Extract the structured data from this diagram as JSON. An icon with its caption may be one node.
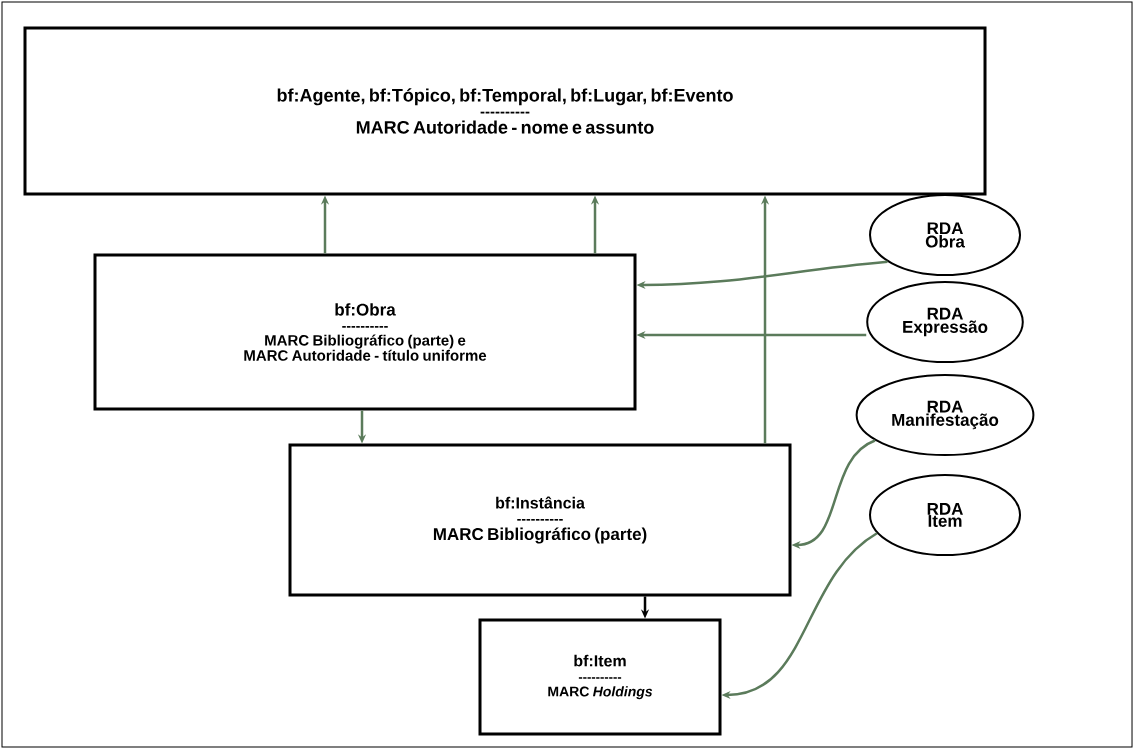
{
  "diagram": {
    "nodes": [
      {
        "text": [
          "bf:Agente, bf:Tópico, bf:Temporal, bf:Lugar, bf:Evento",
          "----------",
          "MARC Autoridade - nome e assunto"
        ]
      },
      {
        "text": [
          "bf:Obra",
          "----------",
          "MARC Bibliográfico (parte) e MARC Autoridade - título uniforme"
        ]
      },
      {
        "text": [
          "bf:Instância",
          "----------",
          "MARC Bibliográfico (parte)"
        ]
      },
      {
        "text": [
          "bf:Item",
          "----------",
          "MARC *Holdings*"
        ]
      },
      {
        "text": [
          "RDA Obra"
        ]
      },
      {
        "text": [
          "RDA Expressão"
        ]
      },
      {
        "text": [
          "RDA Manifestação"
        ]
      },
      {
        "text": [
          "RDA Item"
        ]
      }
    ],
    "edges": [
      {
        "from": 1,
        "to": 0,
        "arrow": "to"
      },
      {
        "from": 1,
        "to": 0,
        "arrow": "to"
      },
      {
        "from": 2,
        "to": 0,
        "arrow": "to"
      },
      {
        "from": 1,
        "to": 2,
        "arrow": "to"
      },
      {
        "from": 2,
        "to": 3,
        "arrow": "to",
        "color": "#000000"
      },
      {
        "from": 4,
        "to": 1,
        "arrow": "to"
      },
      {
        "from": 5,
        "to": 1,
        "arrow": "to"
      },
      {
        "from": 6,
        "to": 2,
        "arrow": "to"
      },
      {
        "from": 7,
        "to": 3,
        "arrow": "to"
      }
    ]
  }
}
